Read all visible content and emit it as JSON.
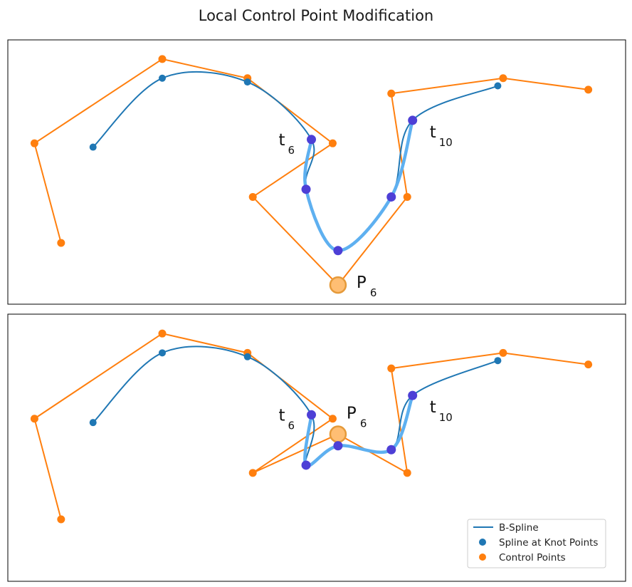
{
  "title": "Local Control Point Modification",
  "colors": {
    "control": "#ff7f0e",
    "spline": "#1f77b4",
    "highlight_curve": "#5eb0f0",
    "highlight_point": "#4d3fd6",
    "moved_fill": "#ffbe73",
    "moved_edge": "#e59a3a"
  },
  "legend": {
    "spline": "B-Spline",
    "knots": "Spline at Knot Points",
    "control": "Control Points"
  },
  "chart_data": [
    {
      "type": "line",
      "panel": "before",
      "control_points": [
        [
          0.8,
          2.6
        ],
        [
          0.55,
          3.9
        ],
        [
          1.75,
          5.0
        ],
        [
          2.55,
          4.75
        ],
        [
          3.35,
          3.9
        ],
        [
          2.6,
          3.2
        ],
        [
          3.4,
          2.05
        ],
        [
          4.05,
          3.2
        ],
        [
          3.9,
          4.55
        ],
        [
          4.95,
          4.75
        ],
        [
          5.75,
          4.6
        ]
      ],
      "knot_points": [
        [
          1.1,
          3.85
        ],
        [
          1.75,
          4.75
        ],
        [
          2.55,
          4.7
        ],
        [
          3.15,
          3.95
        ],
        [
          3.1,
          3.3
        ],
        [
          3.4,
          2.5
        ],
        [
          3.9,
          3.2
        ],
        [
          4.1,
          4.2
        ],
        [
          4.9,
          4.65
        ]
      ],
      "highlight_knots": [
        3,
        4,
        5,
        6,
        7
      ],
      "moved_point_index": 6,
      "labels": {
        "t_start": "t",
        "t_start_sub": "6",
        "t_end": "t",
        "t_end_sub": "10",
        "point": "P",
        "point_sub": "6"
      }
    },
    {
      "type": "line",
      "panel": "after",
      "control_points": [
        [
          0.8,
          2.6
        ],
        [
          0.55,
          3.9
        ],
        [
          1.75,
          5.0
        ],
        [
          2.55,
          4.75
        ],
        [
          3.35,
          3.9
        ],
        [
          2.6,
          3.2
        ],
        [
          3.4,
          3.7
        ],
        [
          4.05,
          3.2
        ],
        [
          3.9,
          4.55
        ],
        [
          4.95,
          4.75
        ],
        [
          5.75,
          4.6
        ]
      ],
      "knot_points": [
        [
          1.1,
          3.85
        ],
        [
          1.75,
          4.75
        ],
        [
          2.55,
          4.7
        ],
        [
          3.15,
          3.95
        ],
        [
          3.1,
          3.3
        ],
        [
          3.4,
          3.55
        ],
        [
          3.9,
          3.5
        ],
        [
          4.1,
          4.2
        ],
        [
          4.9,
          4.65
        ]
      ],
      "highlight_knots": [
        3,
        4,
        5,
        6,
        7
      ],
      "moved_point_index": 6,
      "labels": {
        "t_start": "t",
        "t_start_sub": "6",
        "t_end": "t",
        "t_end_sub": "10",
        "point": "P",
        "point_sub": "6"
      },
      "legend_placement": "bottom-right"
    }
  ]
}
